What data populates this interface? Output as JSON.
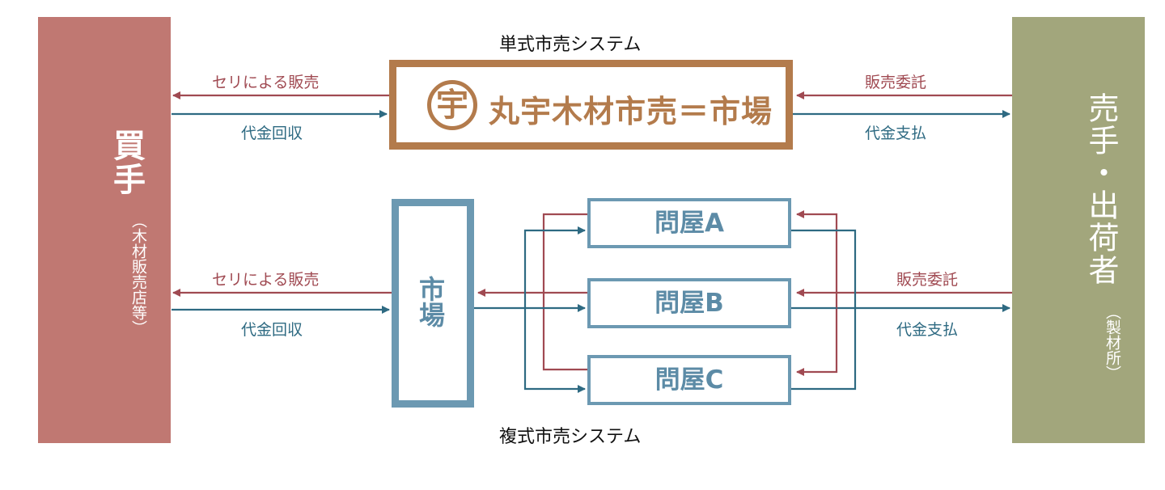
{
  "buyer": {
    "title": "買手",
    "subtitle": "（木材販売店等）"
  },
  "seller": {
    "title": "売手・出荷者",
    "subtitle": "（製材所）"
  },
  "single_system": {
    "caption": "単式市売システム",
    "logo_char": "宇",
    "market_name": "丸宇木材市売＝市場",
    "left_top_label": "セリによる販売",
    "left_bottom_label": "代金回収",
    "right_top_label": "販売委託",
    "right_bottom_label": "代金支払"
  },
  "multi_system": {
    "caption": "複式市売システム",
    "market_label": "市場",
    "wholesalers": [
      "問屋A",
      "問屋B",
      "問屋C"
    ],
    "left_top_label": "セリによる販売",
    "left_bottom_label": "代金回収",
    "right_top_label": "販売委託",
    "right_bottom_label": "代金支払"
  },
  "colors": {
    "buyer": "#c07872",
    "seller": "#a2a67c",
    "single_market": "#b37b4c",
    "multi_market": "#6c99b2",
    "sale_arrow": "#a04a52",
    "payment_arrow": "#2e6a82"
  }
}
